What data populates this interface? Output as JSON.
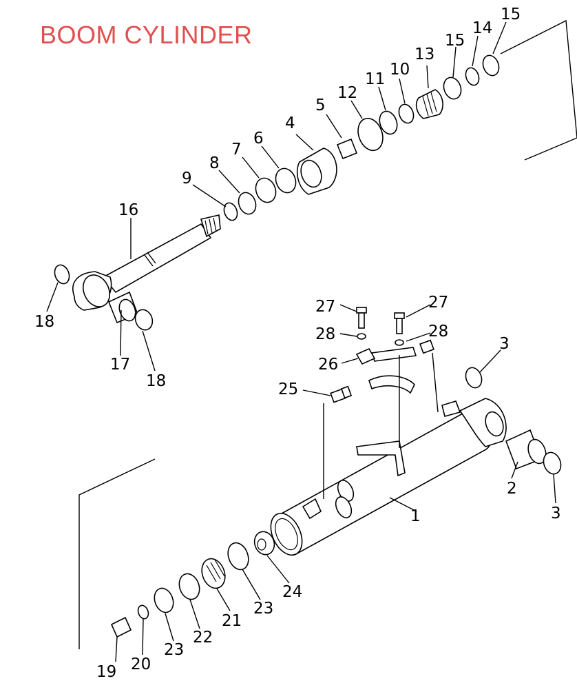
{
  "diagram": {
    "title": "BOOM CYLINDER",
    "title_color": "#e05050",
    "line_color": "#000000",
    "background": "#ffffff"
  },
  "callouts": [
    {
      "id": "c1",
      "label": "1"
    },
    {
      "id": "c2",
      "label": "2"
    },
    {
      "id": "c3a",
      "label": "3"
    },
    {
      "id": "c3b",
      "label": "3"
    },
    {
      "id": "c4",
      "label": "4"
    },
    {
      "id": "c5",
      "label": "5"
    },
    {
      "id": "c6",
      "label": "6"
    },
    {
      "id": "c7",
      "label": "7"
    },
    {
      "id": "c8",
      "label": "8"
    },
    {
      "id": "c9",
      "label": "9"
    },
    {
      "id": "c10",
      "label": "10"
    },
    {
      "id": "c11",
      "label": "11"
    },
    {
      "id": "c12",
      "label": "12"
    },
    {
      "id": "c13",
      "label": "13"
    },
    {
      "id": "c14",
      "label": "14"
    },
    {
      "id": "c15a",
      "label": "15"
    },
    {
      "id": "c15b",
      "label": "15"
    },
    {
      "id": "c16",
      "label": "16"
    },
    {
      "id": "c17",
      "label": "17"
    },
    {
      "id": "c18a",
      "label": "18"
    },
    {
      "id": "c18b",
      "label": "18"
    },
    {
      "id": "c19",
      "label": "19"
    },
    {
      "id": "c20",
      "label": "20"
    },
    {
      "id": "c21",
      "label": "21"
    },
    {
      "id": "c22",
      "label": "22"
    },
    {
      "id": "c23a",
      "label": "23"
    },
    {
      "id": "c23b",
      "label": "23"
    },
    {
      "id": "c24",
      "label": "24"
    },
    {
      "id": "c25",
      "label": "25"
    },
    {
      "id": "c26",
      "label": "26"
    },
    {
      "id": "c27a",
      "label": "27"
    },
    {
      "id": "c27b",
      "label": "27"
    },
    {
      "id": "c28a",
      "label": "28"
    },
    {
      "id": "c28b",
      "label": "28"
    }
  ]
}
